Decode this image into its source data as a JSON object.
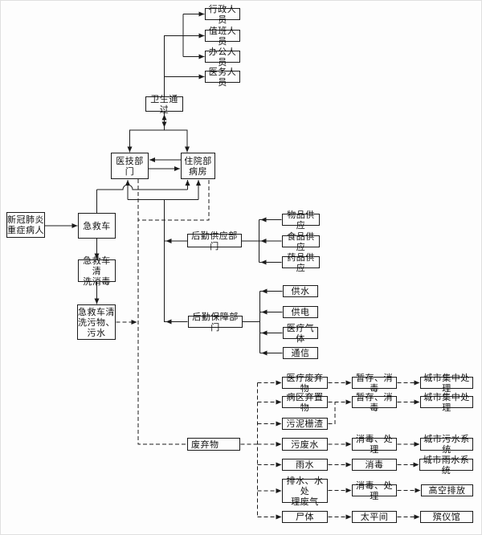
{
  "nodes": {
    "admin_staff": "行政人员",
    "duty_staff": "值班人员",
    "office_staff": "办公人员",
    "medical_staff": "医务人员",
    "sanitary_pass": "卫生通过",
    "medtech_dept": "医技部门",
    "inpatient_ward": "住院部\n病房",
    "covid_patient": "新冠肺炎\n重症病人",
    "ambulance": "急救车",
    "ambulance_clean": "急救车清\n洗消毒",
    "ambulance_waste": "急救车清\n洗污物、\n污水",
    "supply_dept": "后勤供应部门",
    "goods_supply": "物品供应",
    "food_supply": "食品供应",
    "medicine_supply": "药品供应",
    "support_dept": "后勤保障部门",
    "water_supply": "供水",
    "power_supply": "供电",
    "medical_gas": "医疗气体",
    "communication": "通信",
    "waste": "废弃物",
    "medical_waste": "医疗废弃物",
    "ward_waste": "病区弃置物",
    "sludge": "污泥栅渣",
    "sewage": "污废水",
    "rainwater": "雨水",
    "exhaust_gas": "排水、水处\n理废气",
    "corpse": "尸体",
    "temp_store_disinfect_1": "暂存、消毒",
    "temp_store_disinfect_2": "暂存、消毒",
    "disinfect_treat_1": "消毒、处理",
    "disinfect_rain": "消毒",
    "disinfect_treat_2": "消毒、处理",
    "morgue": "太平间",
    "city_central_1": "城市集中处理",
    "city_central_2": "城市集中处理",
    "city_sewage_system": "城市污水系统",
    "city_rain_system": "城市雨水系统",
    "high_altitude_discharge": "高空排放",
    "funeral_home": "殡仪馆"
  },
  "colors": {
    "line": "#1b1b1b",
    "background": "#fdfdfd"
  }
}
